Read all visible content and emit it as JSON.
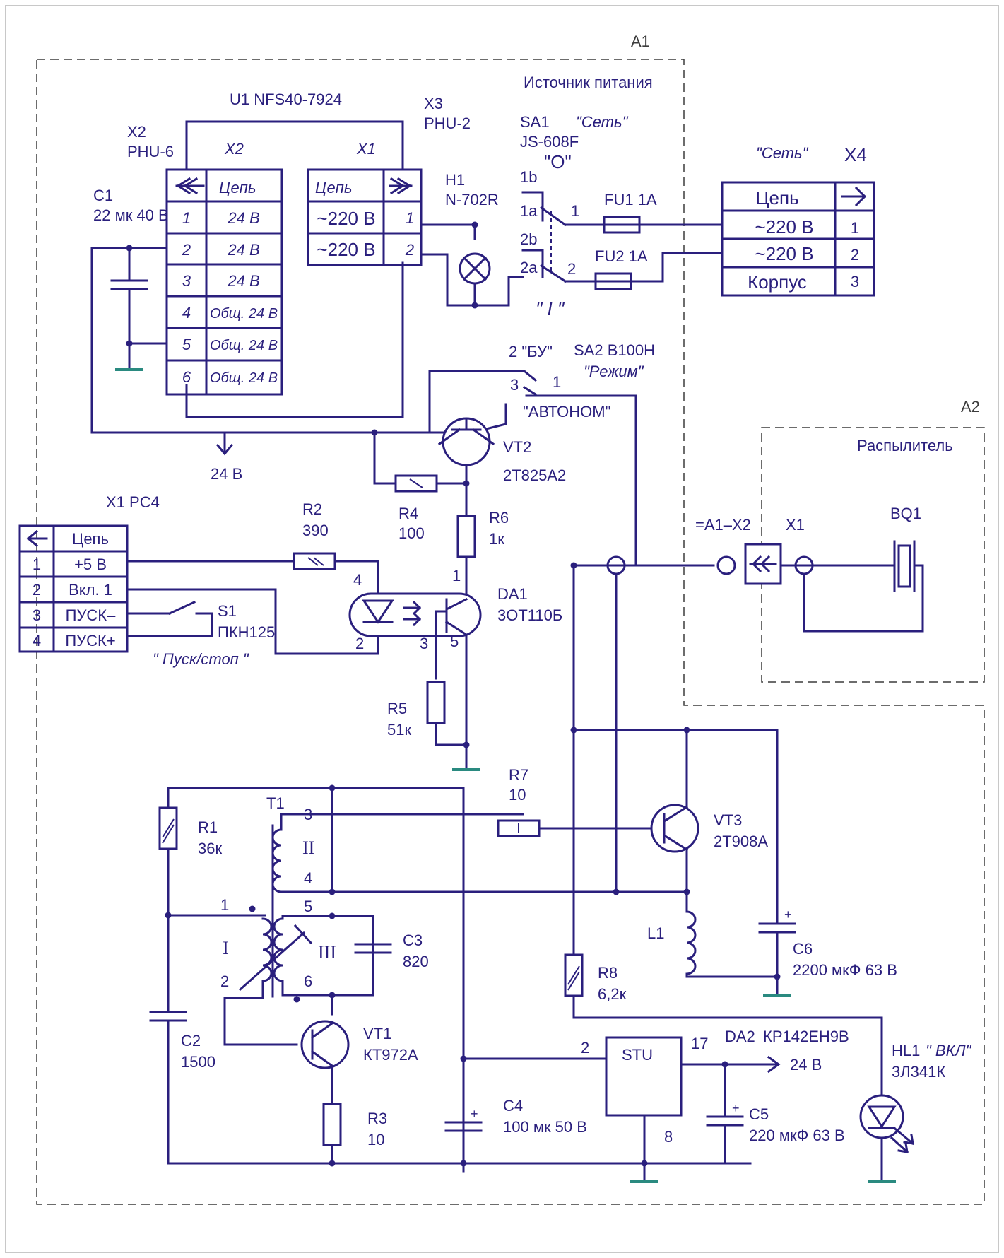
{
  "diagram": {
    "blocks": {
      "a1": "A1",
      "a2": "A2",
      "power_supply": "Источник питания",
      "sprayer": "Распылитель"
    },
    "u1": {
      "title": "U1 NFS40-7924",
      "x2_hdr": "X2",
      "x1_hdr": "X1"
    },
    "x2": {
      "ref": "X2",
      "type": "PHU-6"
    },
    "x3": {
      "ref": "X3",
      "type": "PHU-2"
    },
    "u1_x2_table": {
      "header": "Цепь",
      "rows": [
        {
          "num": "1",
          "net": "24 В"
        },
        {
          "num": "2",
          "net": "24 В"
        },
        {
          "num": "3",
          "net": "24 В"
        },
        {
          "num": "4",
          "net": "Общ. 24 В"
        },
        {
          "num": "5",
          "net": "Общ. 24 В"
        },
        {
          "num": "6",
          "net": "Общ. 24 В"
        }
      ]
    },
    "u1_x1_table": {
      "header": "Цепь",
      "rows": [
        {
          "net": "~220 В",
          "num": "1"
        },
        {
          "net": "~220 В",
          "num": "2"
        }
      ]
    },
    "c1": {
      "ref": "C1",
      "value": "22 мк 40 В"
    },
    "h1": {
      "ref": "H1",
      "type": "N-702R"
    },
    "sa1": {
      "ref": "SA1",
      "name": "\"Сеть\"",
      "type": "JS-608F",
      "off_mark": "\"O\"",
      "on_mark": "\" I \"",
      "pins": [
        "1b",
        "1a",
        "2b",
        "2a",
        "1",
        "2"
      ]
    },
    "fu1": "FU1 1A",
    "fu2": "FU2 1A",
    "x4": {
      "ref": "X4",
      "name": "\"Сеть\"",
      "header": "Цепь",
      "rows": [
        {
          "net": "~220 В",
          "num": "1"
        },
        {
          "net": "~220 В",
          "num": "2"
        },
        {
          "net": "Корпус",
          "num": "3"
        }
      ]
    },
    "sa2": {
      "ref": "SA2 B100H",
      "name": "\"Режим\"",
      "bu": "2 \"БУ\"",
      "pin3": "3",
      "pin1": "1",
      "auto": "\"АВТОНОМ\""
    },
    "vt2": {
      "ref": "VT2",
      "type": "2Т825А2"
    },
    "net_24v": "24 В",
    "x1_pc4": {
      "ref": "X1 PC4",
      "header": "Цепь",
      "rows": [
        {
          "num": "1",
          "net": "+5 В"
        },
        {
          "num": "2",
          "net": "Вкл. 1"
        },
        {
          "num": "3",
          "net": "ПУСК–"
        },
        {
          "num": "4",
          "net": "ПУСК+"
        }
      ]
    },
    "r2": {
      "ref": "R2",
      "value": "390"
    },
    "r4": {
      "ref": "R4",
      "value": "100"
    },
    "r6": {
      "ref": "R6",
      "value": "1к"
    },
    "s1": {
      "ref": "S1",
      "type": "ПКН125",
      "name": "\" Пуск/стоп \""
    },
    "da1": {
      "ref": "DA1",
      "type": "3ОТ110Б",
      "pins": [
        "1",
        "4",
        "2",
        "3",
        "5"
      ]
    },
    "r5": {
      "ref": "R5",
      "value": "51к"
    },
    "conn_a1x2": "=A1–X2",
    "x1_spray": "X1",
    "bq1": "BQ1",
    "t1": {
      "ref": "T1",
      "pins": [
        "3",
        "4",
        "5",
        "1",
        "2",
        "6"
      ],
      "winding_i": "I",
      "winding_ii": "II",
      "winding_iii": "III"
    },
    "r1": {
      "ref": "R1",
      "value": "36к"
    },
    "r7": {
      "ref": "R7",
      "value": "10"
    },
    "vt3": {
      "ref": "VT3",
      "type": "2Т908А"
    },
    "c3": {
      "ref": "C3",
      "value": "820"
    },
    "l1": "L1",
    "c6": {
      "ref": "C6",
      "value": "2200 мкФ 63 В"
    },
    "r8": {
      "ref": "R8",
      "value": "6,2к"
    },
    "c2": {
      "ref": "C2",
      "value": "1500"
    },
    "vt1": {
      "ref": "VT1",
      "type": "КТ972А"
    },
    "da2": {
      "ref": "DA2",
      "type": "КР142ЕН9В",
      "body": "STU",
      "pin_in": "2",
      "pin_out": "17",
      "pin_gnd": "8",
      "out_net": "24 В"
    },
    "hl1": {
      "ref": "HL1",
      "name": "\" ВКЛ\"",
      "type": "3Л341К"
    },
    "r3": {
      "ref": "R3",
      "value": "10"
    },
    "c4": {
      "ref": "C4",
      "value": "100 мк 50 В"
    },
    "c5": {
      "ref": "C5",
      "value": "220 мкФ 63 В"
    }
  }
}
